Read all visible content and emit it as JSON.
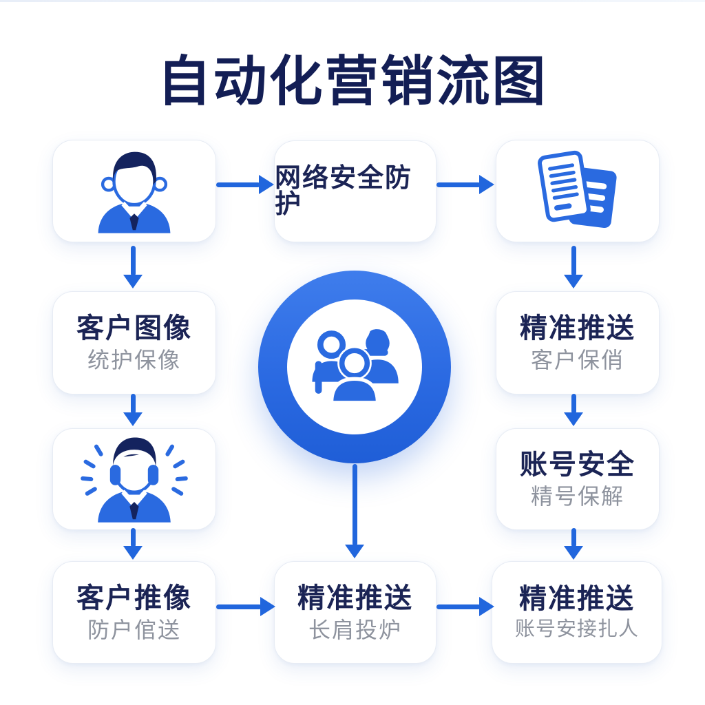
{
  "title": "自动化营销流图",
  "colors": {
    "primary_blue": "#2166dd",
    "icon_blue": "#2a6ae0",
    "dark_navy": "#14235e",
    "title_navy": "#131e55",
    "subtitle_gray": "#8e939e",
    "card_border": "#e7ecf4",
    "background": "#ffffff"
  },
  "nodes": {
    "top_left": {
      "icon": "businessman-icon"
    },
    "top_center": {
      "label": "网络安全防护"
    },
    "top_right": {
      "icon": "document-stack-icon"
    },
    "center": {
      "icon": "user-group-icon"
    },
    "mid_left": {
      "label": "客户图像",
      "sublabel": "统护保像"
    },
    "mid_right": {
      "label": "精准推送",
      "sublabel": "客户保俏"
    },
    "low_left": {
      "icon": "support-agent-icon"
    },
    "low_right": {
      "label": "账号安全",
      "sublabel": "精号保解"
    },
    "bottom_left": {
      "label": "客户推像",
      "sublabel": "防户倌送"
    },
    "bottom_center": {
      "label": "精准推送",
      "sublabel": "长肩投炉"
    },
    "bottom_right": {
      "label": "精准推送",
      "sublabel": "账号安接扎人"
    }
  },
  "edges": [
    {
      "from": "top_left",
      "to": "top_center"
    },
    {
      "from": "top_center",
      "to": "top_right"
    },
    {
      "from": "top_left",
      "to": "mid_left"
    },
    {
      "from": "mid_left",
      "to": "low_left"
    },
    {
      "from": "low_left",
      "to": "bottom_left"
    },
    {
      "from": "top_right",
      "to": "mid_right"
    },
    {
      "from": "mid_right",
      "to": "low_right"
    },
    {
      "from": "low_right",
      "to": "bottom_right"
    },
    {
      "from": "center",
      "to": "bottom_center"
    },
    {
      "from": "bottom_left",
      "to": "bottom_center"
    },
    {
      "from": "bottom_center",
      "to": "bottom_right"
    }
  ]
}
